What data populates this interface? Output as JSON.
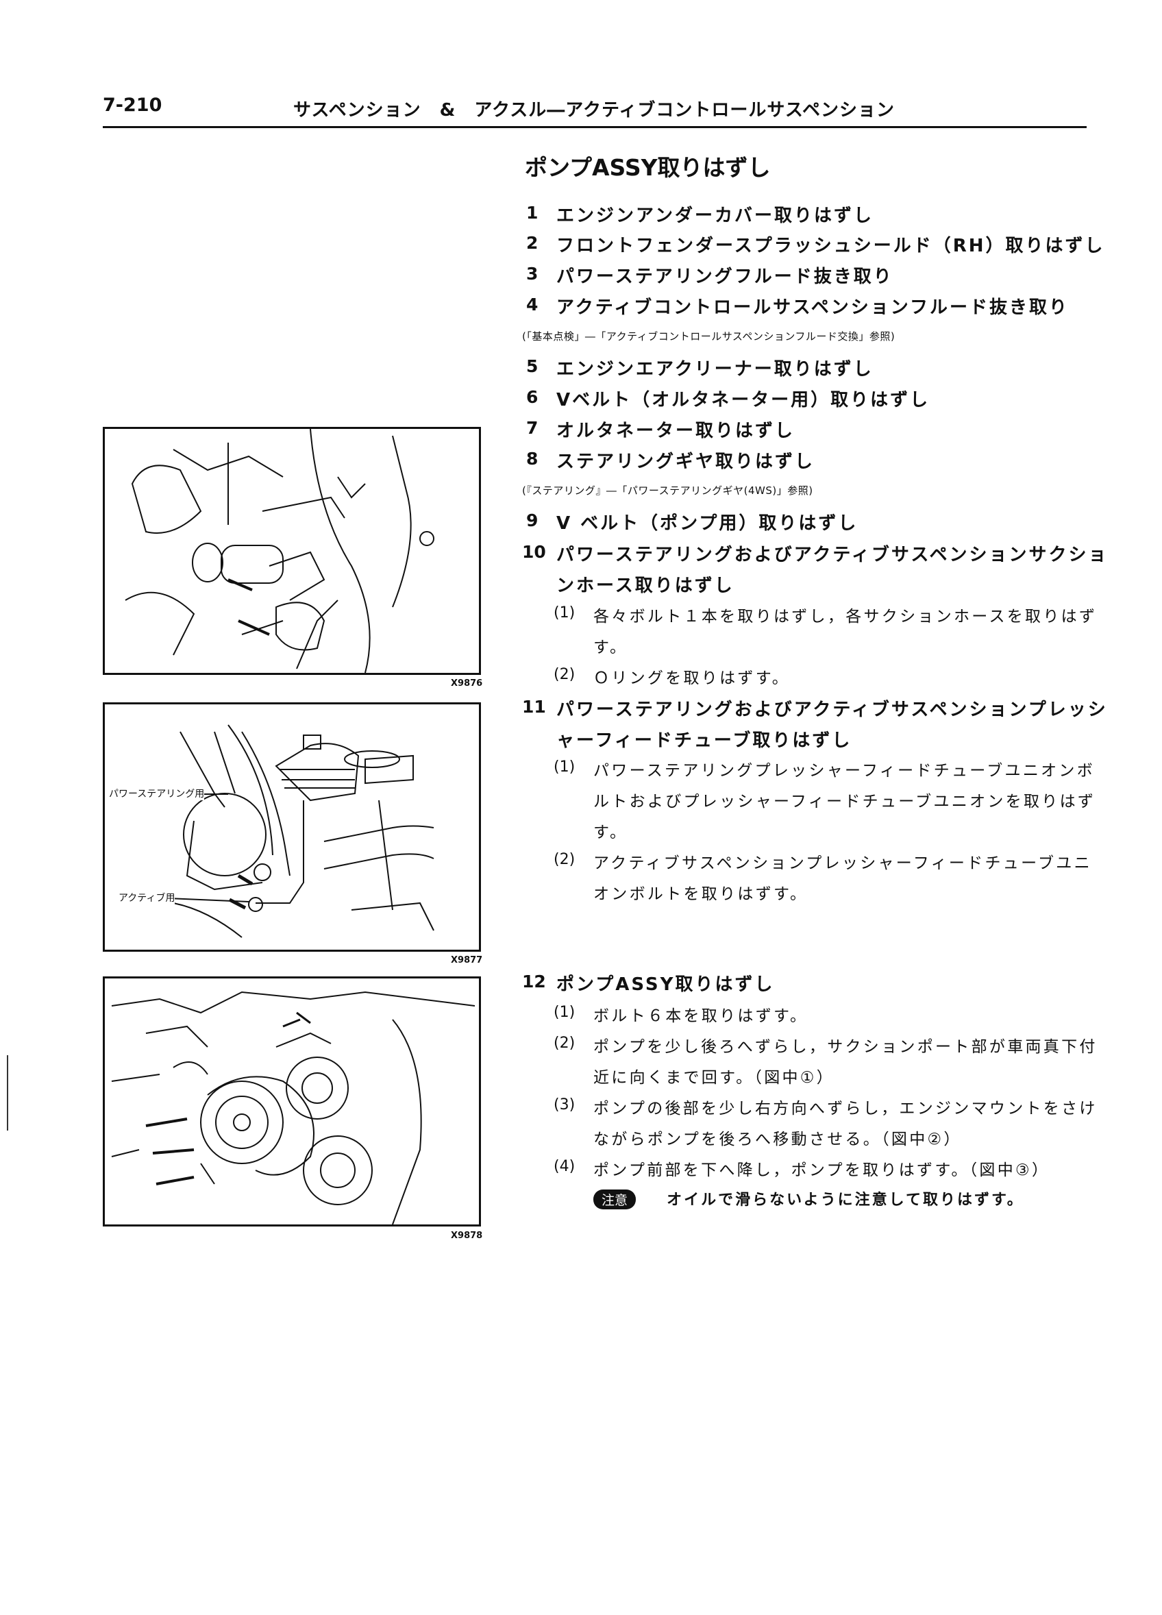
{
  "header": {
    "page_number": "7-210",
    "running_title": "サスペンション　&　アクスル―アクティブコントロールサスペンション"
  },
  "section_title": "ポンプASSY取りはずし",
  "steps": [
    {
      "num": "1",
      "lines": [
        "エンジンアンダーカバー取りはずし"
      ]
    },
    {
      "num": "2",
      "lines": [
        "フロントフェンダースプラッシュシールド（RH）取りはずし"
      ]
    },
    {
      "num": "3",
      "lines": [
        "パワーステアリングフルード抜き取り"
      ]
    },
    {
      "num": "4",
      "lines": [
        "アクティブコントロールサスペンションフルード抜き取り"
      ],
      "ref": "(「基本点検」―「アクティブコントロールサスペンションフルード交換」参照)"
    },
    {
      "num": "5",
      "lines": [
        "エンジンエアクリーナー取りはずし"
      ]
    },
    {
      "num": "6",
      "lines": [
        "Vベルト（オルタネーター用）取りはずし"
      ]
    },
    {
      "num": "7",
      "lines": [
        "オルタネーター取りはずし"
      ]
    },
    {
      "num": "8",
      "lines": [
        "ステアリングギヤ取りはずし"
      ],
      "ref": "(『ステアリング』―「パワーステアリングギヤ(4WS)」参照)"
    },
    {
      "num": "9",
      "lines": [
        "V ベルト（ポンプ用）取りはずし"
      ]
    },
    {
      "num": "10",
      "lines": [
        "パワーステアリングおよびアクティブサスペンションサクショ",
        "ンホース取りはずし"
      ],
      "subs": [
        {
          "num": "(1)",
          "lines": [
            "各々ボルト１本を取りはずし，各サクションホースを取りはず",
            "す。"
          ]
        },
        {
          "num": "(2)",
          "lines": [
            "Ｏリングを取りはずす。"
          ]
        }
      ]
    },
    {
      "num": "11",
      "lines": [
        "パワーステアリングおよびアクティブサスペンションプレッシ",
        "ャーフィードチューブ取りはずし"
      ],
      "subs": [
        {
          "num": "(1)",
          "lines": [
            "パワーステアリングプレッシャーフィードチューブユニオンボ",
            "ルトおよびプレッシャーフィードチューブユニオンを取りはず",
            "す。"
          ]
        },
        {
          "num": "(2)",
          "lines": [
            "アクティブサスペンションプレッシャーフィードチューブユニ",
            "オンボルトを取りはずす。"
          ]
        }
      ]
    },
    {
      "num": "12",
      "lines": [
        "ポンプASSY取りはずし"
      ],
      "subs": [
        {
          "num": "(1)",
          "lines": [
            "ボルト６本を取りはずす。"
          ]
        },
        {
          "num": "(2)",
          "lines": [
            "ポンプを少し後ろへずらし，サクションポート部が車両真下付",
            "近に向くまで回す。（図中①）"
          ]
        },
        {
          "num": "(3)",
          "lines": [
            "ポンプの後部を少し右方向へずらし，エンジンマウントをさけ",
            "ながらポンプを後ろへ移動させる。（図中②）"
          ]
        },
        {
          "num": "(4)",
          "lines": [
            "ポンプ前部を下へ降し，ポンプを取りはずす。（図中③）"
          ]
        }
      ]
    }
  ],
  "caution": {
    "badge": "注意",
    "text": "オイルで滑らないように注意して取りはずす。"
  },
  "figures": [
    {
      "id": "X9876"
    },
    {
      "id": "X9877",
      "labels": [
        "パワーステアリング用",
        "アクティブ用"
      ]
    },
    {
      "id": "X9878"
    }
  ]
}
